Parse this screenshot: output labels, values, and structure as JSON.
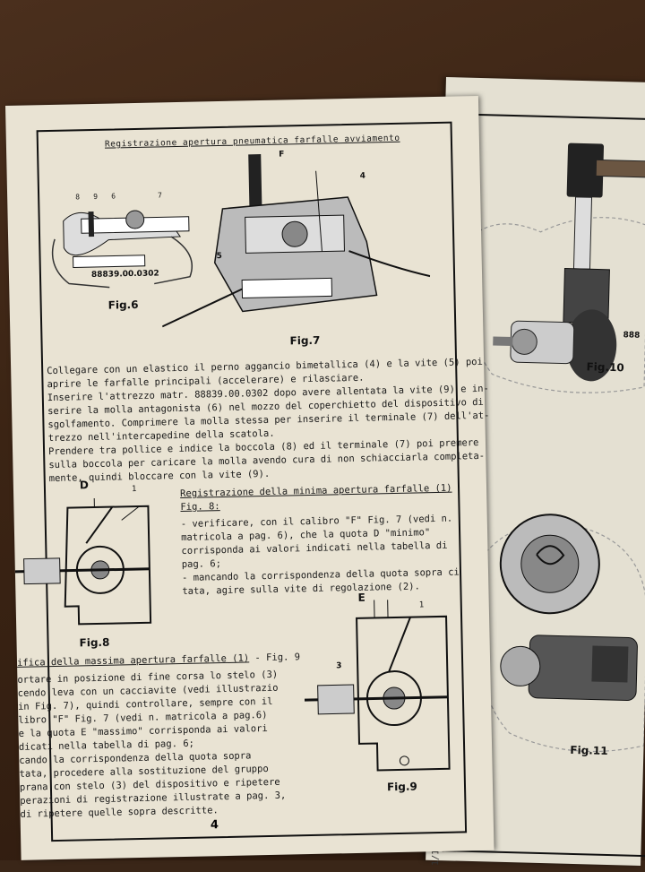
{
  "left_page": {
    "title": "Registrazione apertura pneumatica farfalle avviamento",
    "fig6_label": "Fig.6",
    "fig6_tool_code": "88839.00.0302",
    "fig6_callouts": [
      "8",
      "9",
      "6",
      "7"
    ],
    "fig7_label": "Fig.7",
    "fig7_callouts": [
      "F",
      "4",
      "5"
    ],
    "paragraph1": [
      "Collegare con un elastico il perno aggancio bimetallica (4) e la vite (5) poi",
      "aprire le farfalle principali (accelerare) e rilasciare.",
      "Inserire l'attrezzo matr. 88839.00.0302 dopo avere allentata la vite (9) e in-",
      "serire la molla antagonista (6) nel mozzo del coperchietto del dispositivo di",
      "sgolfamento. Comprimere la molla stessa per inserire il terminale (7) dell'at-",
      "trezzo nell'intercapedine della scatola.",
      "Prendere tra pollice e indice la boccola (8) ed il terminale (7) poi premere",
      "sulla boccola per caricare la molla avendo cura di non schiacciarla completa-",
      "mente, quindi bloccare con la vite (9)."
    ],
    "fig8_label": "Fig.8",
    "fig8_callouts": [
      "D",
      "1"
    ],
    "section2_heading": "Registrazione della minima apertura farfalle (1)",
    "section2_subheading": "Fig. 8:",
    "section2_lines": [
      "- verificare, con il calibro \"F\" Fig. 7 (vedi n.",
      "  matricola a pag. 6), che la quota D \"minimo\"",
      "  corrisponda ai valori indicati nella tabella di",
      "  pag. 6;",
      "- mancando la corrispondenza della quota sopra ci",
      "  tata, agire sulla vite di regolazione (2)."
    ],
    "section3_heading": "ifica della massima apertura farfalle (1)",
    "section3_heading_suffix": " - Fig. 9",
    "section3_lines": [
      "ortare in posizione di fine corsa lo stelo (3)",
      "cendo leva con un cacciavite (vedi illustrazio",
      "in Fig. 7), quindi controllare, sempre con il",
      "libro \"F\" Fig. 7 (vedi n. matricola a pag.6)",
      "e la quota E \"massimo\" corrisponda ai valori",
      "dicati nella tabella di pag. 6;",
      "cando la corrispondenza della quota sopra",
      "tata, procedere alla sostituzione del gruppo",
      "prana con stelo (3) del dispositivo e ripetere",
      "perazioni di registrazione illustrate a pag. 3,",
      "di ripetere quelle sopra descritte."
    ],
    "fig9_label": "Fig.9",
    "fig9_callouts": [
      "E",
      "1",
      "3"
    ],
    "page_number": "4"
  },
  "right_page": {
    "fig10_label": "Fig.10",
    "fig11_label": "Fig.11",
    "partial_code": "888",
    "margin_date": "1/12/1973"
  }
}
